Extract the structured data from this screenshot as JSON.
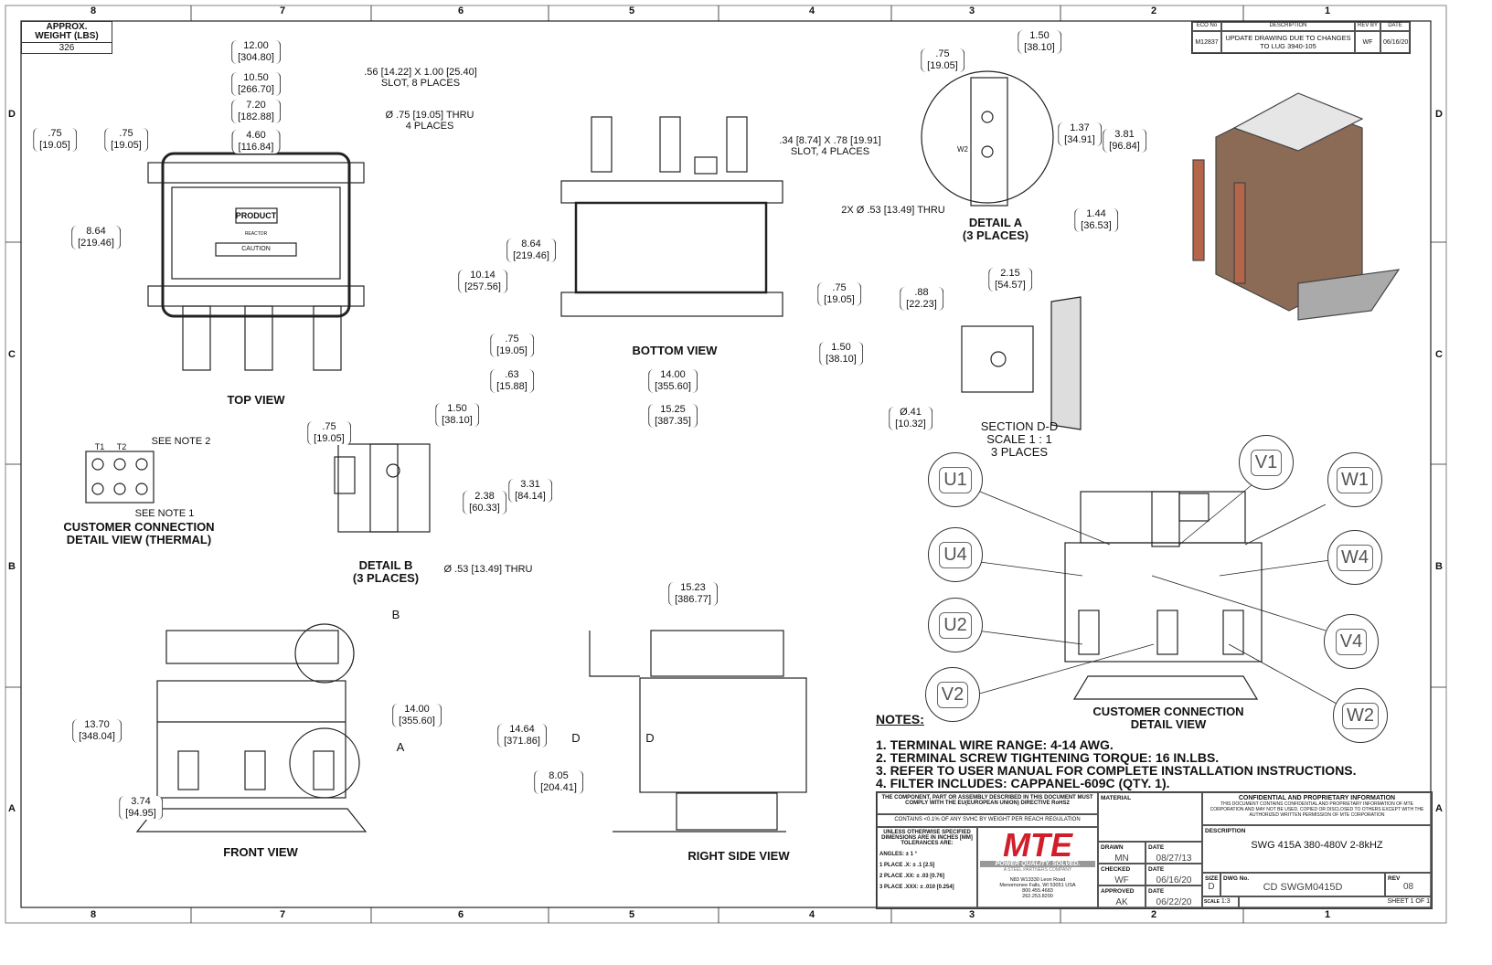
{
  "weight": {
    "label": "APPROX. WEIGHT (LBS)",
    "value": "326"
  },
  "zones": {
    "columns": [
      "8",
      "7",
      "6",
      "5",
      "4",
      "3",
      "2",
      "1"
    ],
    "rows": [
      "D",
      "C",
      "B",
      "A"
    ]
  },
  "revision": {
    "headers": [
      "ECO No",
      "DESCRIPTION",
      "REV BY",
      "DATE"
    ],
    "row": [
      "M12837",
      "UPDATE DRAWING DUE TO CHANGES TO LUG 3940-105",
      "WF",
      "06/16/20"
    ]
  },
  "views": {
    "top": "TOP VIEW",
    "bottom": "BOTTOM VIEW",
    "front": "FRONT VIEW",
    "right": "RIGHT SIDE VIEW",
    "detail_a": "DETAIL A",
    "detail_a_sub": "(3 PLACES)",
    "detail_b": "DETAIL B",
    "detail_b_sub": "(3 PLACES)",
    "section": "SECTION D-D",
    "section_scale": "SCALE 1 : 1",
    "section_places": "3 PLACES",
    "thermal": "CUSTOMER CONNECTION",
    "thermal_sub": "DETAIL VIEW (THERMAL)",
    "conn": "CUSTOMER CONNECTION",
    "conn_sub": "DETAIL VIEW"
  },
  "callouts": {
    "slot8": ".56 [14.22] X 1.00 [25.40]",
    "slot8_sub": "SLOT, 8 PLACES",
    "thru4": "Ø .75 [19.05] THRU",
    "thru4_sub": "4 PLACES",
    "slot4": ".34 [8.74] X .78 [19.91]",
    "slot4_sub": "SLOT, 4 PLACES",
    "thru2x": "2X Ø .53 [13.49] THRU",
    "thru_b": "Ø .53 [13.49] THRU",
    "see2": "SEE NOTE 2",
    "see1": "SEE NOTE 1",
    "t1": "T1",
    "t2": "T2",
    "product": "PRODUCT",
    "caution": "CAUTION",
    "reactor": "REACTOR",
    "w2tag": "W2",
    "a": "A",
    "b": "B",
    "d1": "D",
    "d2": "D"
  },
  "dimensions": [
    [
      ".75",
      "[19.05]"
    ],
    [
      ".75",
      "[19.05]"
    ],
    [
      "12.00",
      "[304.80]"
    ],
    [
      "10.50",
      "[266.70]"
    ],
    [
      "7.20",
      "[182.88]"
    ],
    [
      "4.60",
      "[116.84]"
    ],
    [
      "8.64",
      "[219.46]"
    ],
    [
      "8.64",
      "[219.46]"
    ],
    [
      "10.14",
      "[257.56]"
    ],
    [
      ".75",
      "[19.05]"
    ],
    [
      ".63",
      "[15.88]"
    ],
    [
      "14.00",
      "[355.60]"
    ],
    [
      "15.25",
      "[387.35]"
    ],
    [
      ".75",
      "[19.05]"
    ],
    [
      "1.50",
      "[38.10]"
    ],
    [
      "2.38",
      "[60.33]"
    ],
    [
      "3.31",
      "[84.14]"
    ],
    [
      "15.23",
      "[386.77]"
    ],
    [
      "14.64",
      "[371.86]"
    ],
    [
      "8.05",
      "[204.41]"
    ],
    [
      "13.70",
      "[348.04]"
    ],
    [
      "3.74",
      "[94.95]"
    ],
    [
      "14.00",
      "[355.60]"
    ],
    [
      ".75",
      "[19.05]"
    ],
    [
      "1.50",
      "[38.10]"
    ],
    [
      "1.37",
      "[34.91]"
    ],
    [
      "3.81",
      "[96.84]"
    ],
    [
      "1.44",
      "[36.53]"
    ],
    [
      ".75",
      "[19.05]"
    ],
    [
      ".88",
      "[22.23]"
    ],
    [
      "2.15",
      "[54.57]"
    ],
    [
      "1.50",
      "[38.10]"
    ],
    [
      "Ø.41",
      "[10.32]"
    ]
  ],
  "balloons": [
    "U1",
    "V1",
    "W1",
    "U4",
    "W4",
    "U2",
    "V4",
    "V2",
    "W2"
  ],
  "notes": {
    "title": "NOTES:",
    "items": [
      "1.  TERMINAL WIRE RANGE: 4-14 AWG.",
      "2.  TERMINAL SCREW TIGHTENING TORQUE: 16 IN.LBS.",
      "3.  REFER TO USER MANUAL FOR COMPLETE INSTALLATION INSTRUCTIONS.",
      "4.  FILTER INCLUDES: CAPPANEL-609C (QTY. 1)."
    ]
  },
  "title_block": {
    "rohs": "THE COMPONENT, PART OR ASSEMBLY DESCRIBED IN THIS DOCUMENT MUST COMPLY WITH THE EU(EUROPEAN UNION) DIRECTIVE RoHS2",
    "reach": "CONTAINS <0.1% OF ANY SVHC BY WEIGHT PER REACH REGULATION",
    "tol_title": "UNLESS OTHERWISE SPECIFIED DIMENSIONS ARE IN INCHES [MM] TOLERANCES ARE:",
    "tolerances": [
      "ANGLES: ± 1 °",
      "1 PLACE .X: ± .1 [2.5]",
      "2 PLACE .XX: ± .03 [0.76]",
      "3 PLACE .XXX: ± .010 [0.254]"
    ],
    "logo": "MTE",
    "slogan": "POWER QUALITY. SOLVED.",
    "parent": "A STEEL PARTNERS COMPANY",
    "address": [
      "N83 W13330 Leon Road",
      "Menomonee Falls, WI 53051 USA",
      "800.455.4683",
      "262.253.8200"
    ],
    "material_label": "MATERIAL",
    "drawn_label": "DRAWN",
    "drawn": "MN",
    "drawn_date": "08/27/13",
    "checked_label": "CHECKED",
    "checked": "WF",
    "checked_date": "06/16/20",
    "approved_label": "APPROVED",
    "approved": "AK",
    "approved_date": "06/22/20",
    "date_label": "DATE",
    "confidential_title": "CONFIDENTIAL AND PROPRIETARY INFORMATION",
    "confidential": "THIS DOCUMENT CONTAINS CONFIDENTIAL AND PROPRIETARY INFORMATION OF MTE CORPORATION AND MAY NOT BE USED, COPIED OR DISCLOSED TO OTHERS EXCEPT WITH THE AUTHORIZED WRITTEN PERMISSION OF MTE CORPORATION",
    "description_label": "DESCRIPTION",
    "description": "SWG 415A 380-480V 2-8kHZ",
    "size_label": "SIZE",
    "size": "D",
    "dwg_label": "DWG No.",
    "dwg": "CD SWGM0415D",
    "rev_label": "REV",
    "rev": "08",
    "scale_label": "SCALE",
    "scale": "1:3",
    "sheet": "SHEET 1 OF 1"
  }
}
